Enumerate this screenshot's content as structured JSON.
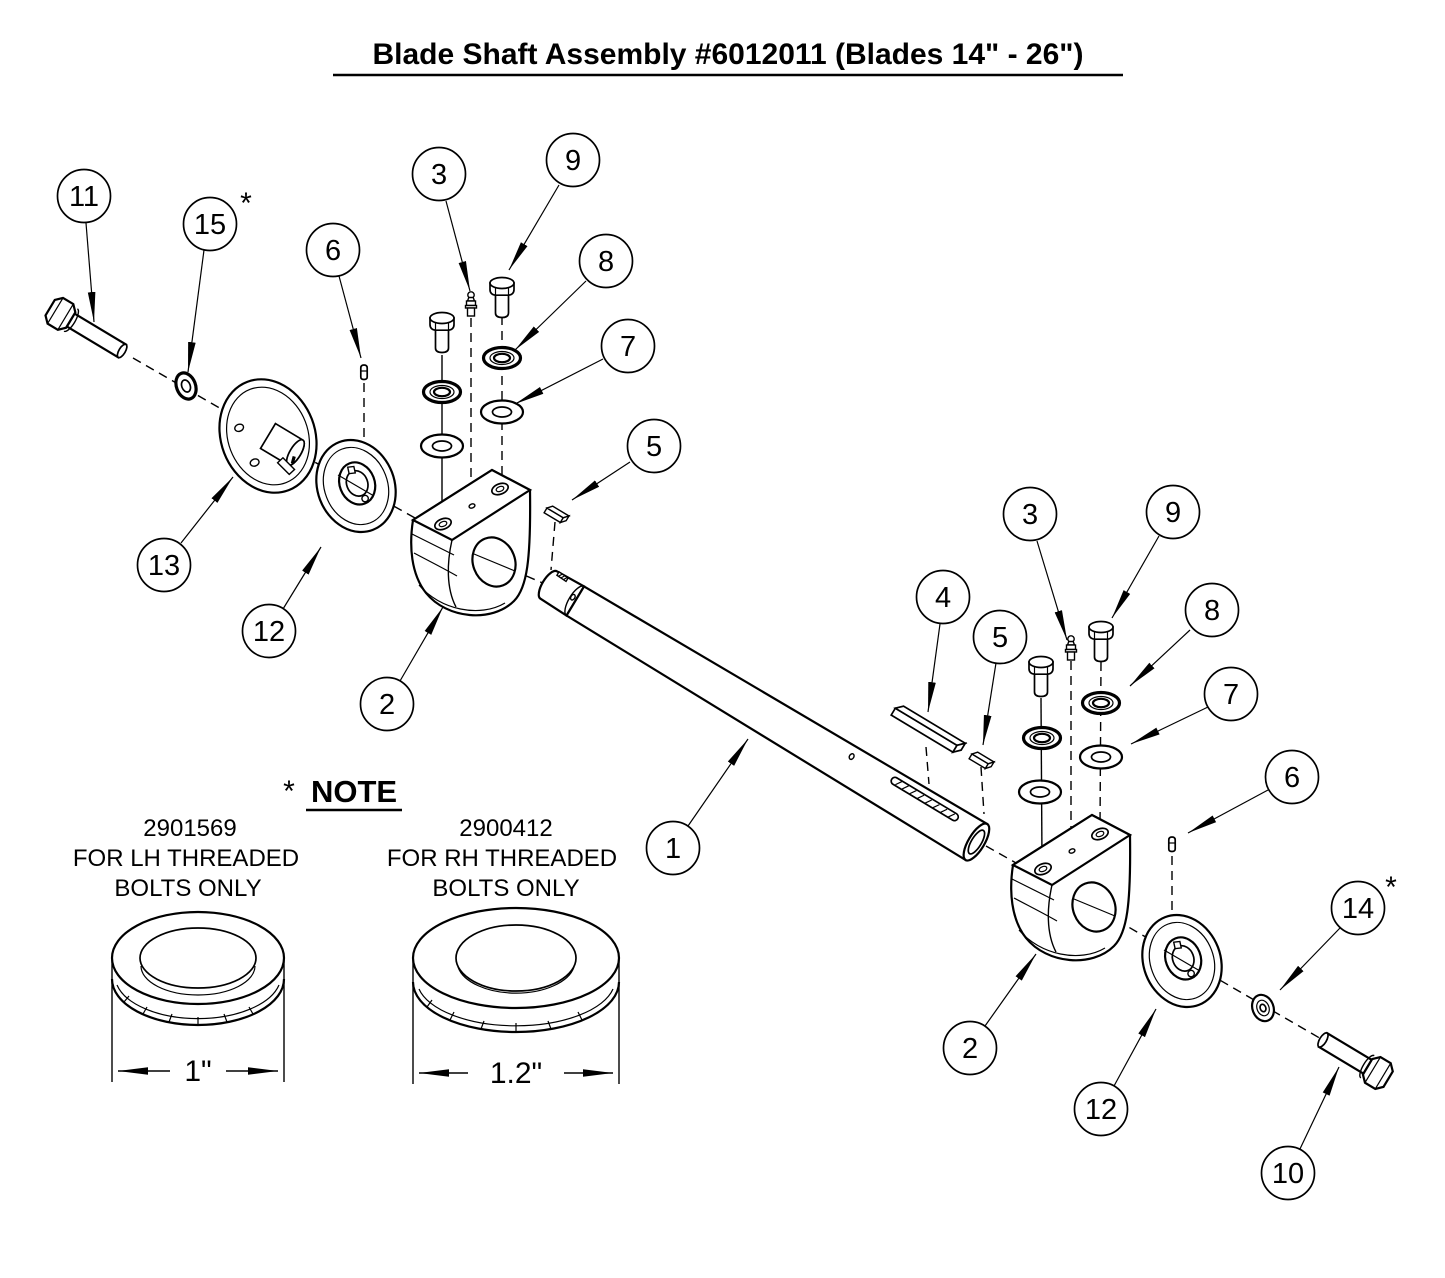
{
  "title": "Blade Shaft Assembly #6012011 (Blades 14\" - 26\")",
  "colors": {
    "ink": "#000000",
    "paper": "#ffffff"
  },
  "note": {
    "marker": "*",
    "heading": "NOTE",
    "lh": {
      "part_number": "2901569",
      "line1": "FOR LH THREADED",
      "line2": "BOLTS ONLY",
      "dimension": "1\""
    },
    "rh": {
      "part_number": "2900412",
      "line1": "FOR RH THREADED",
      "line2": "BOLTS ONLY",
      "dimension": "1.2\""
    }
  },
  "balloons": {
    "b11": {
      "label": "11"
    },
    "b15": {
      "label": "15",
      "note_marker": "*"
    },
    "b6_left": {
      "label": "6"
    },
    "b3_left": {
      "label": "3"
    },
    "b9_left": {
      "label": "9"
    },
    "b8_left": {
      "label": "8"
    },
    "b7_left": {
      "label": "7"
    },
    "b5_left": {
      "label": "5"
    },
    "b13": {
      "label": "13"
    },
    "b12_left": {
      "label": "12"
    },
    "b2_left": {
      "label": "2"
    },
    "b1": {
      "label": "1"
    },
    "b4": {
      "label": "4"
    },
    "b5_right": {
      "label": "5"
    },
    "b3_right": {
      "label": "3"
    },
    "b9_right": {
      "label": "9"
    },
    "b8_right": {
      "label": "8"
    },
    "b7_right": {
      "label": "7"
    },
    "b6_right": {
      "label": "6"
    },
    "b14": {
      "label": "14",
      "note_marker": "*"
    },
    "b2_right": {
      "label": "2"
    },
    "b12_right": {
      "label": "12"
    },
    "b10": {
      "label": "10"
    }
  }
}
